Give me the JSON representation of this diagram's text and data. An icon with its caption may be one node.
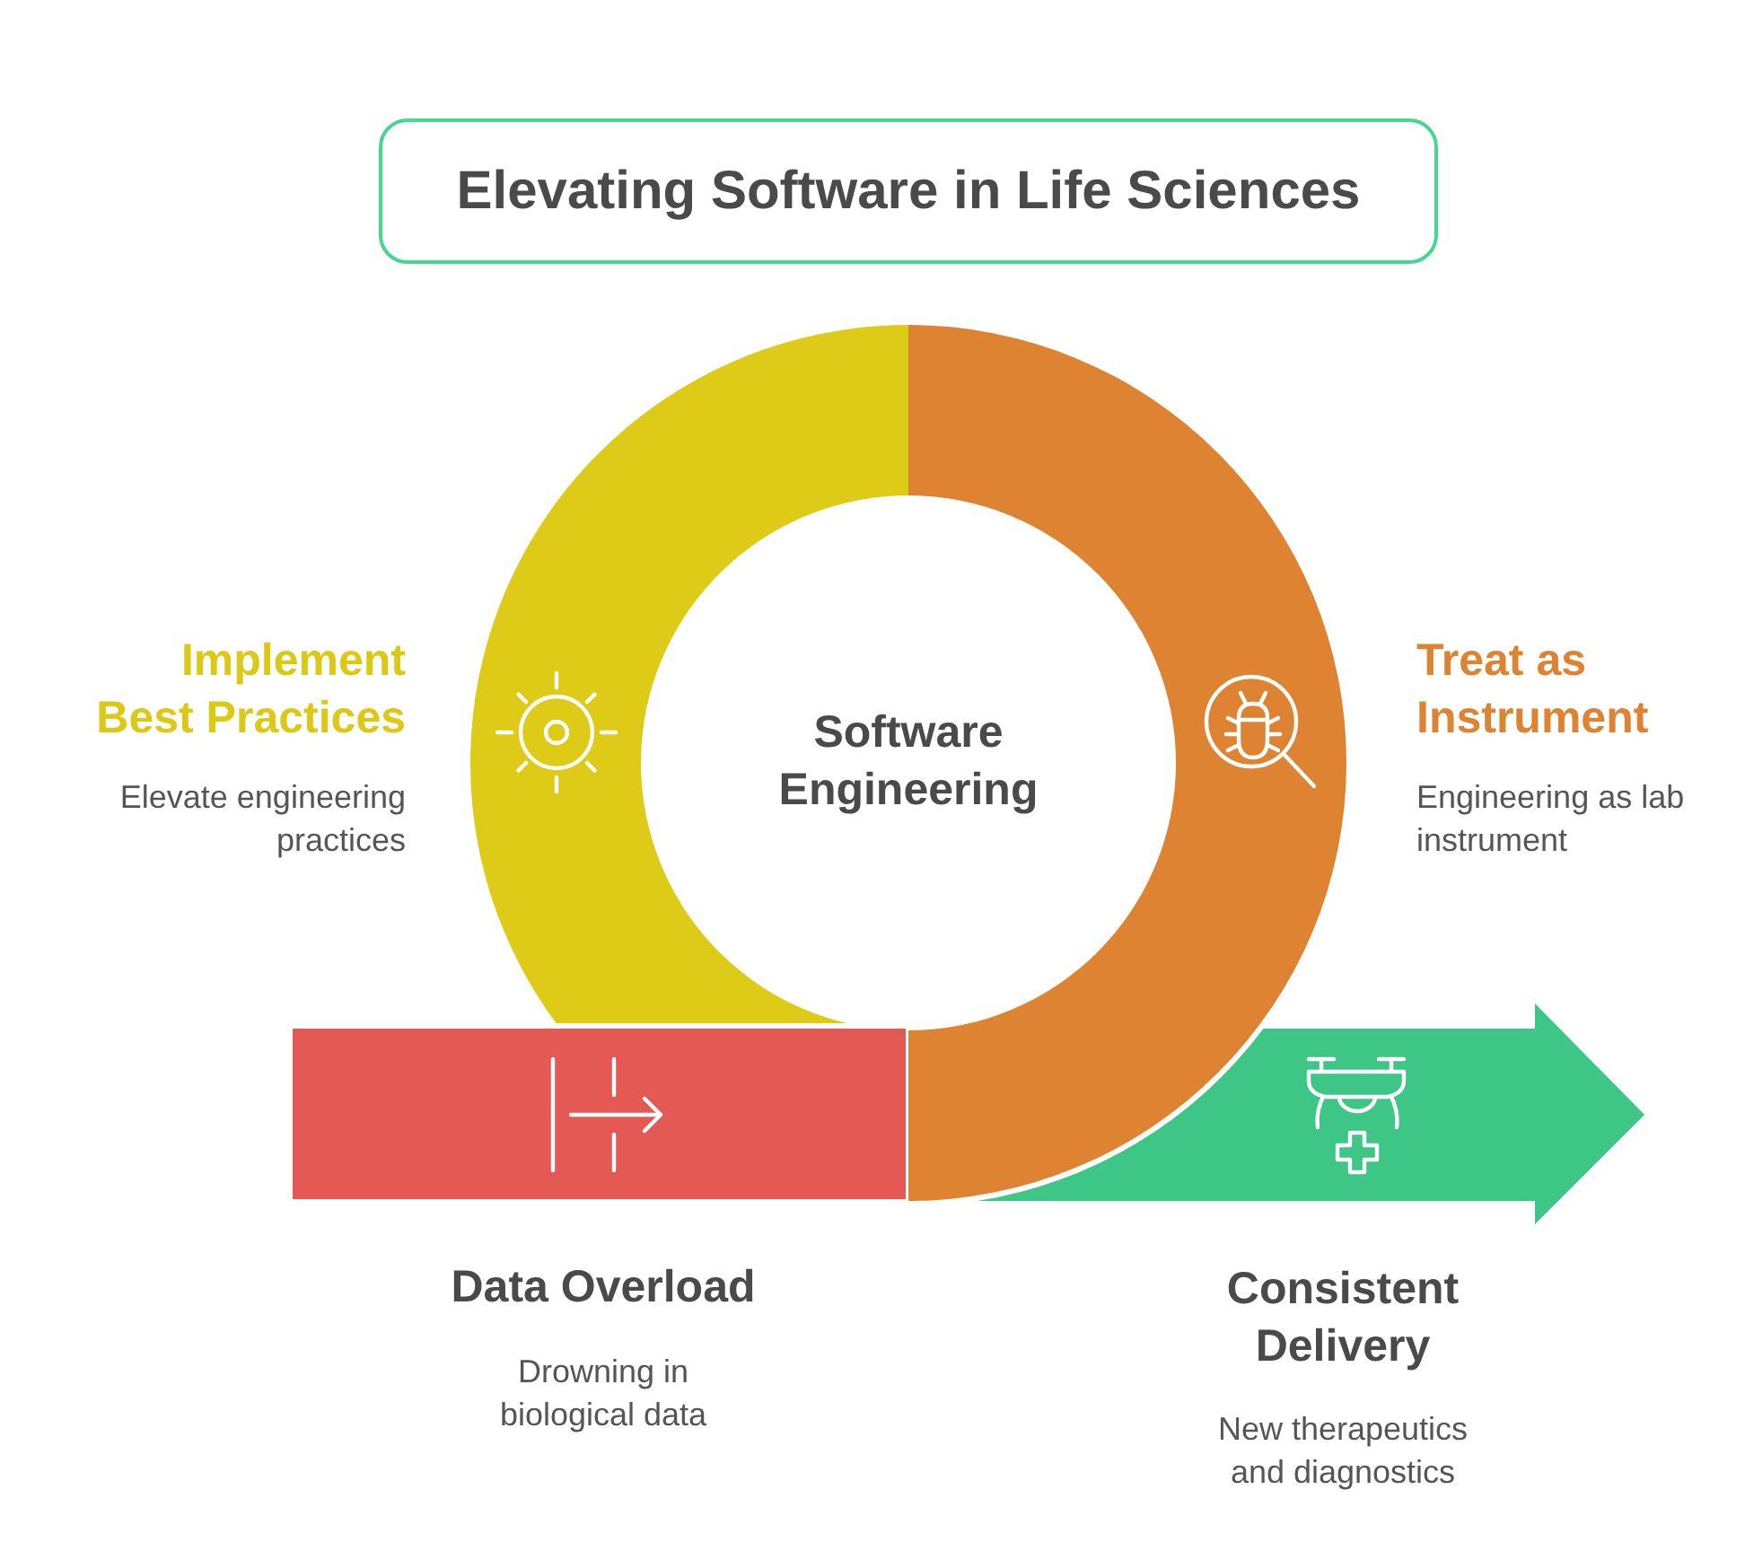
{
  "diagram": {
    "title": "Elevating Software in Life Sciences",
    "nodes": [
      {
        "text": [
          "Data Overload",
          "Drowning in biological data"
        ]
      },
      {
        "text": [
          "Implement Best Practices",
          "Elevate engineering practices"
        ]
      },
      {
        "text": [
          "Treat as Instrument",
          "Engineering as lab instrument"
        ]
      },
      {
        "text": [
          "Consistent Delivery",
          "New therapeutics and diagnostics"
        ]
      }
    ],
    "labels": [
      "Software Engineering"
    ]
  }
}
